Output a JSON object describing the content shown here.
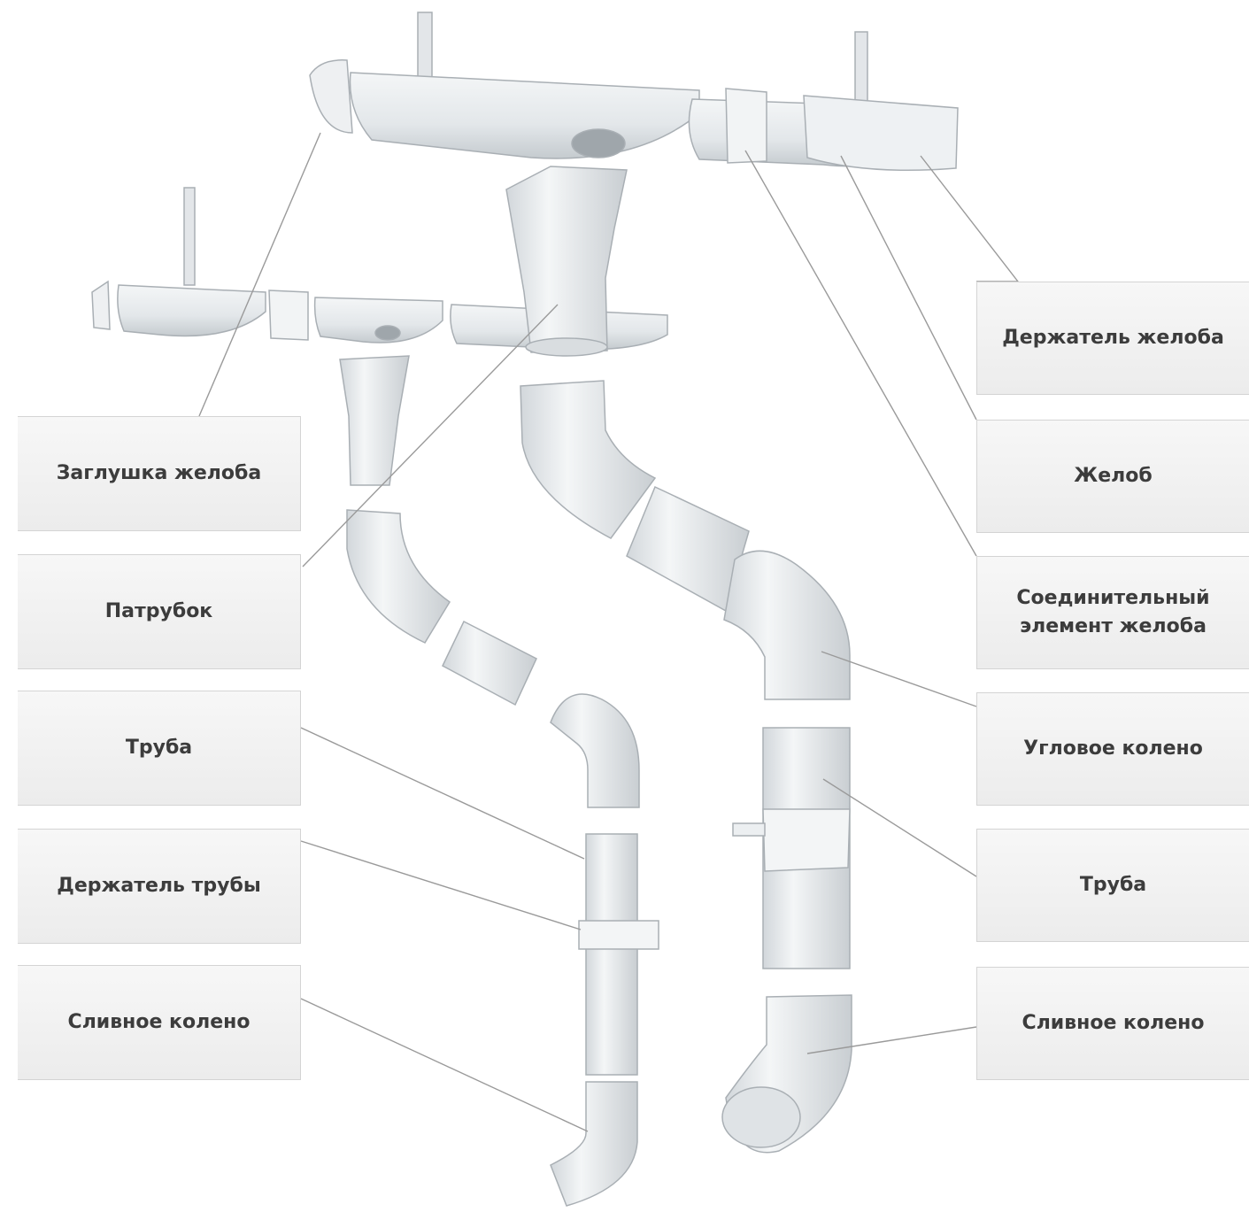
{
  "labels": {
    "gutter_holder": "Держатель желоба",
    "gutter": "Желоб",
    "gutter_connector": "Соединительный\nэлемент желоба",
    "corner_elbow": "Угловое колено",
    "pipe_right": "Труба",
    "drain_elbow_right": "Сливное колено",
    "gutter_cap": "Заглушка желоба",
    "outlet": "Патрубок",
    "pipe_left": "Труба",
    "pipe_holder": "Держатель трубы",
    "drain_elbow_left": "Сливное колено"
  },
  "colors": {
    "part_fill": "#e9ecee",
    "part_shade": "#cfd4d8",
    "part_edge": "#a9afb4",
    "leader": "#9a9a9a",
    "label_bg": "#efefef",
    "label_text": "#3c3c3c"
  }
}
